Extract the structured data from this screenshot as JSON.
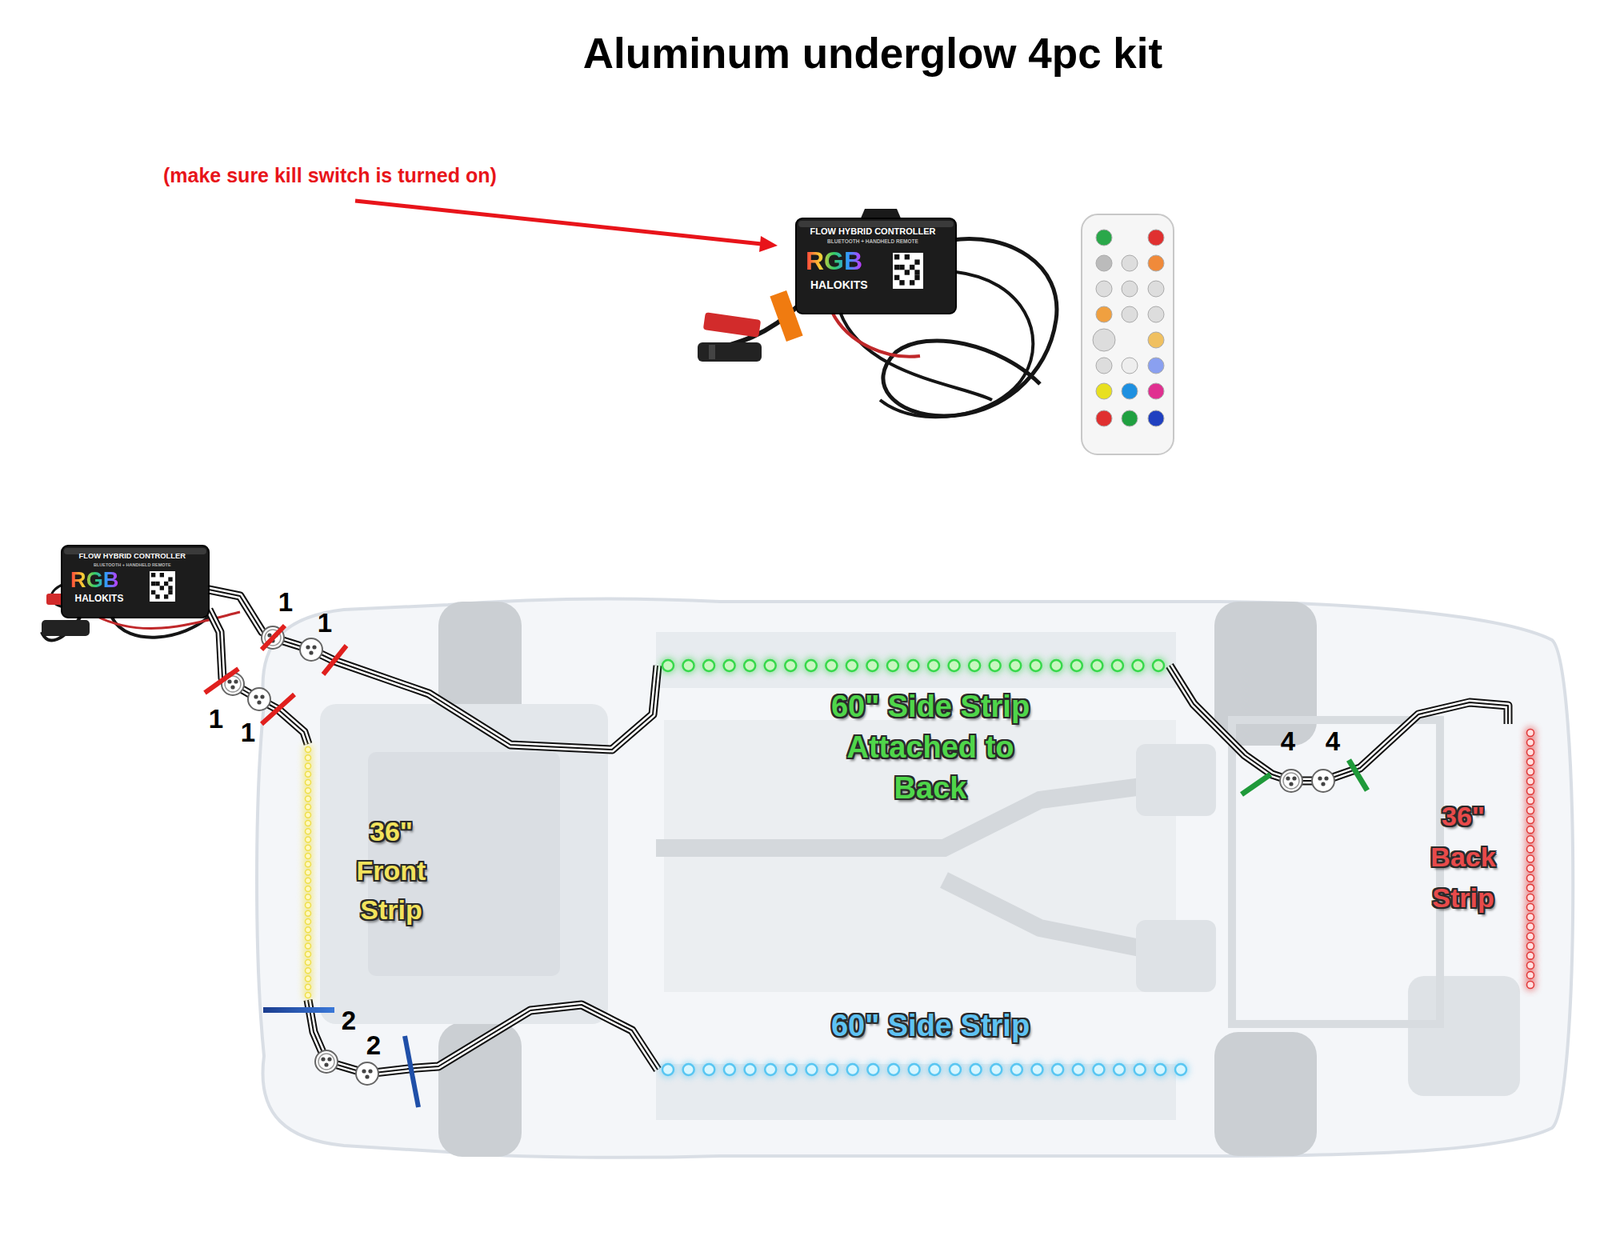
{
  "diagram": {
    "title": "Aluminum underglow 4pc kit",
    "nodes": [
      {
        "text": [
          "FLOW HYBRID CONTROLLER",
          "BLUETOOTH + HANDHELD REMOTE",
          "RGB",
          "HALOKITS"
        ]
      },
      {
        "text": [
          "FLOW HYBRID CONTROLLER",
          "BLUETOOTH + HANDHELD REMOTE",
          "RGB",
          "HALOKITS"
        ]
      },
      {
        "text": [
          "60\" Side Strip Attached to Back"
        ]
      },
      {
        "text": [
          "36\" Front Strip"
        ]
      },
      {
        "text": [
          "36\" Back Strip"
        ]
      },
      {
        "text": [
          "60\" Side Strip"
        ]
      }
    ],
    "edges": [
      {
        "from": 1,
        "to": 2,
        "arrow": "none"
      },
      {
        "from": 1,
        "to": 3,
        "arrow": "none"
      },
      {
        "from": 3,
        "to": 5,
        "arrow": "none"
      },
      {
        "from": 2,
        "to": 4,
        "arrow": "none"
      }
    ],
    "labels": [
      "(make sure kill switch is turned on)",
      "1",
      "1",
      "1",
      "1",
      "4",
      "4",
      "2",
      "2"
    ]
  }
}
